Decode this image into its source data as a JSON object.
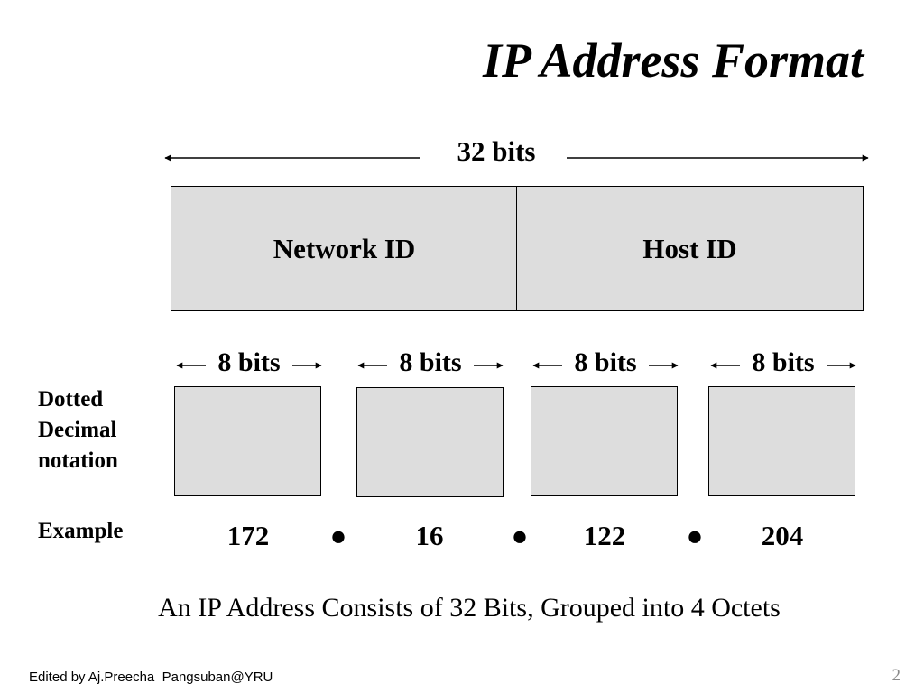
{
  "slide": {
    "title": "IP Address Format",
    "total_bits_label": "32 bits",
    "fields": [
      "Network ID",
      "Host ID"
    ],
    "octet_labels": [
      "8 bits",
      "8 bits",
      "8 bits",
      "8 bits"
    ],
    "side_labels": {
      "notation_line1": "Dotted",
      "notation_line2": "Decimal",
      "notation_line3": "notation",
      "example": "Example"
    },
    "example_values": [
      "172",
      "16",
      "122",
      "204"
    ],
    "separator": "●",
    "caption": "An IP Address Consists of 32 Bits, Grouped into 4 Octets",
    "footer": "Edited by Aj.Preecha  Pangsuban@YRU",
    "page_number": "2"
  },
  "colors": {
    "box_fill": "#dddddd",
    "page_number": "#8a8a8a"
  }
}
